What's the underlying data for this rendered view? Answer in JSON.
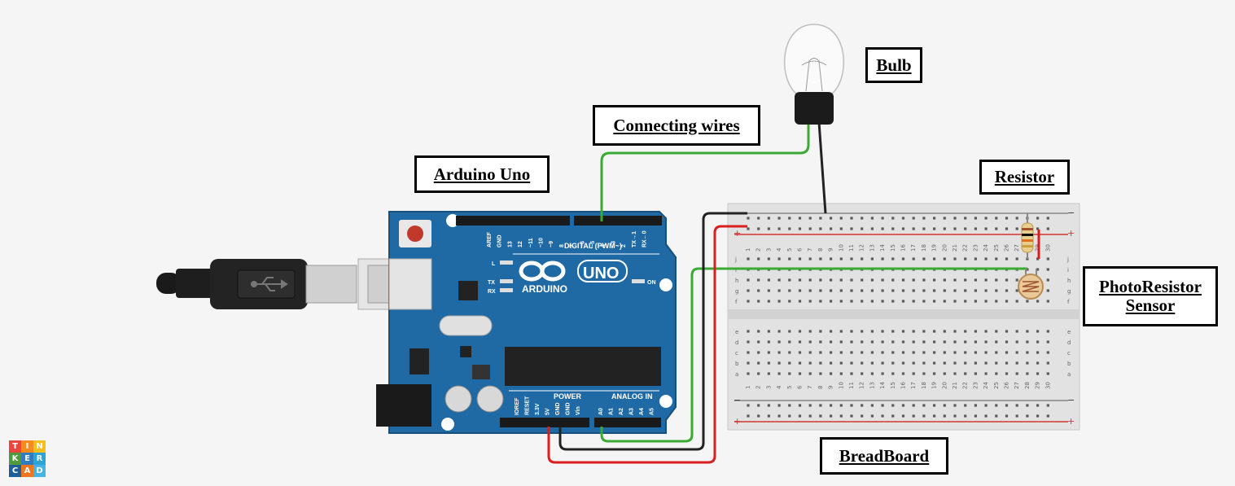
{
  "labels": {
    "bulb": "Bulb",
    "connecting_wires": "Connecting wires",
    "arduino_uno": "Arduino Uno",
    "resistor": "Resistor",
    "photoresistor_line1": "PhotoResistor",
    "photoresistor_line2": "Sensor",
    "breadboard": "BreadBoard"
  },
  "board": {
    "brand": "ARDUINO",
    "model": "UNO",
    "digital_header": "DIGITAL (PWM~)",
    "digital_pins": [
      "AREF",
      "GND",
      "13",
      "12",
      "~11",
      "~10",
      "~9",
      "8",
      "7",
      "~6",
      "~5",
      "4",
      "~3",
      "2",
      "TX→1",
      "RX←0"
    ],
    "power_header": "POWER",
    "power_pins": [
      "IOREF",
      "RESET",
      "3.3V",
      "5V",
      "GND",
      "GND",
      "Vin"
    ],
    "analog_header": "ANALOG IN",
    "analog_pins": [
      "A0",
      "A1",
      "A2",
      "A3",
      "A4",
      "A5"
    ],
    "led_l": "L",
    "led_tx": "TX",
    "led_rx": "RX",
    "led_on": "ON"
  },
  "breadboard": {
    "columns": 30,
    "top_rows": [
      "j",
      "i",
      "h",
      "g",
      "f"
    ],
    "bottom_rows": [
      "e",
      "d",
      "c",
      "b",
      "a"
    ],
    "rail_minus": "−",
    "rail_plus": "+"
  },
  "logo": [
    "T",
    "I",
    "N",
    "K",
    "E",
    "R",
    "C",
    "A",
    "D"
  ],
  "colors": {
    "board": "#1f6aa5",
    "wire_green": "#3aaa35",
    "wire_red": "#d91e1e",
    "wire_black": "#222222",
    "rail_red": "#d63333",
    "logo_cells": [
      "#e9443e",
      "#f58a1f",
      "#f6be1e",
      "#4f9a3b",
      "#2f7cc0",
      "#2aa5d6",
      "#1d5f99",
      "#f0761d",
      "#44b4e5"
    ]
  }
}
